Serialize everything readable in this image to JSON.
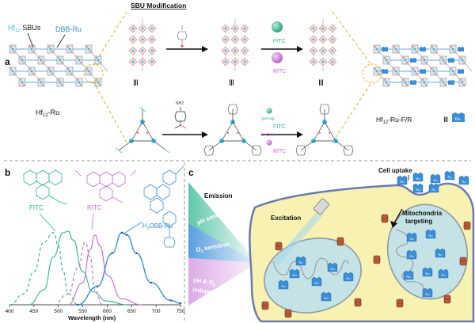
{
  "colors": {
    "fitc": "#2bb58f",
    "ritc": "#c56bd6",
    "ru": "#3a8ed8",
    "hf": "#3cc0e6",
    "dash": "#e3b02e",
    "cell_fill": "#f7f2b2",
    "cell_edge": "#6b7ab0",
    "mito_fill": "#c5e3e6",
    "mito_edge": "#8f9aa0",
    "teal": "#2fa3a0"
  },
  "panel_a": {
    "label": "a",
    "hf_label_prefix": "Hf",
    "hf_label_sub": "12",
    "hf_label_suffix": " SBUs",
    "dbb_label": "DBB-Ru",
    "mof_left_prefix": "Hf",
    "mof_left_sub": "12",
    "mof_left_suffix": "-Ru",
    "sbu_title": "SBU Modification",
    "fitc": "FITC",
    "ritc": "RITC",
    "fitc2": "FITC",
    "ritc2": "RITC",
    "equiv1": "Ⅲ",
    "equiv2": "Ⅲ",
    "equiv3": "Ⅲ",
    "product_prefix": "Hf",
    "product_sub": "12",
    "product_suffix": "-Ru-F/R",
    "product_equiv": "Ⅲ",
    "ru_icon": "Ru"
  },
  "panel_b": {
    "label": "b",
    "fitc": "FITC",
    "ritc": "RITC",
    "h2dbb_prefix": "H",
    "h2dbb_sub": "2",
    "h2dbb_suffix": "DBB-Ru",
    "xlabel": "Wavelength (nm)",
    "xticks": [
      "400",
      "450",
      "500",
      "550",
      "600",
      "650",
      "700",
      "750"
    ],
    "xrange": [
      400,
      750
    ]
  },
  "panel_c": {
    "label": "c",
    "emission": "Emission",
    "ph_sensitive": "pH sensitive",
    "o2_sensitive_prefix": "O",
    "o2_sensitive_sub": "2",
    "o2_sensitive_suffix": " sensitive",
    "indep_line1_a": "pH & O",
    "indep_line1_sub": "2",
    "indep_line2": "independent",
    "excitation": "Excitation",
    "cell_uptake": "Cell uptake",
    "mito_line1": "Mitochondria",
    "mito_line2": "targeting",
    "ru_icon": "Ru"
  },
  "chart_data": {
    "type": "line",
    "xlabel": "Wavelength (nm)",
    "ylabel": "",
    "xlim": [
      400,
      750
    ],
    "series": [
      {
        "name": "FITC",
        "style": "dashed",
        "x": [
          400,
          430,
          450,
          470,
          490,
          500,
          510,
          520,
          540
        ],
        "y": [
          0.0,
          0.15,
          0.45,
          0.85,
          0.98,
          0.8,
          0.45,
          0.15,
          0.0
        ]
      },
      {
        "name": "FITC",
        "style": "solid",
        "x": [
          440,
          470,
          490,
          510,
          520,
          530,
          550,
          570,
          600,
          640
        ],
        "y": [
          0.0,
          0.2,
          0.65,
          0.98,
          1.0,
          0.88,
          0.45,
          0.18,
          0.05,
          0.0
        ]
      },
      {
        "name": "RITC",
        "style": "dashed",
        "x": [
          490,
          520,
          540,
          555,
          565,
          575,
          590
        ],
        "y": [
          0.0,
          0.15,
          0.5,
          0.85,
          0.65,
          0.2,
          0.0
        ]
      },
      {
        "name": "RITC",
        "style": "solid",
        "x": [
          520,
          550,
          565,
          575,
          585,
          600,
          630,
          670
        ],
        "y": [
          0.0,
          0.3,
          0.75,
          0.95,
          0.8,
          0.4,
          0.08,
          0.0
        ]
      },
      {
        "name": "H2DBB-Ru",
        "style": "solid",
        "x": [
          540,
          580,
          610,
          630,
          640,
          660,
          690,
          730,
          750
        ],
        "y": [
          0.0,
          0.25,
          0.7,
          0.98,
          0.95,
          0.7,
          0.3,
          0.06,
          0.02
        ]
      }
    ]
  }
}
